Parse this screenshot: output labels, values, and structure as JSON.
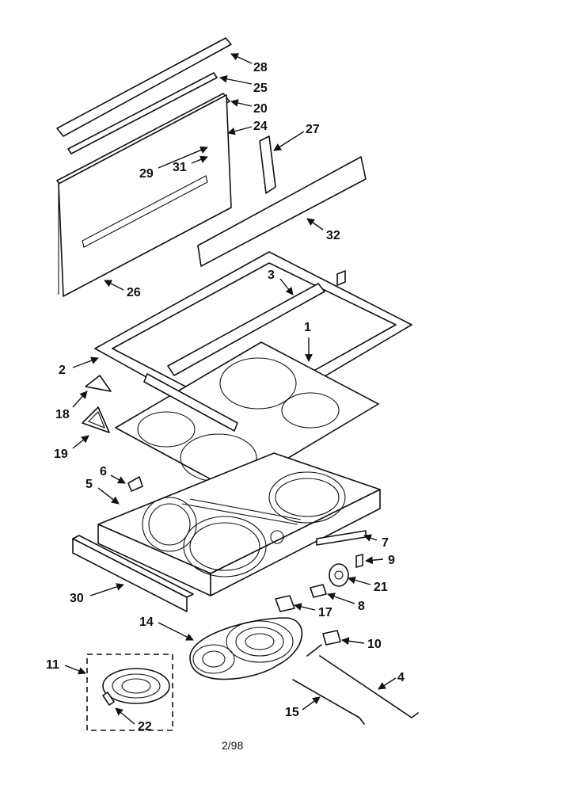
{
  "diagram": {
    "labels": {
      "p28": "28",
      "p25": "25",
      "p20": "20",
      "p24": "24",
      "p27": "27",
      "p29": "29",
      "p31": "31",
      "p32": "32",
      "p26": "26",
      "p3": "3",
      "p1": "1",
      "p2": "2",
      "p18": "18",
      "p19": "19",
      "p6": "6",
      "p5": "5",
      "p7": "7",
      "p9": "9",
      "p21": "21",
      "p30": "30",
      "p8": "8",
      "p17": "17",
      "p14": "14",
      "p10": "10",
      "p11": "11",
      "p4": "4",
      "p15": "15",
      "p22": "22"
    },
    "footer": "2/98"
  }
}
